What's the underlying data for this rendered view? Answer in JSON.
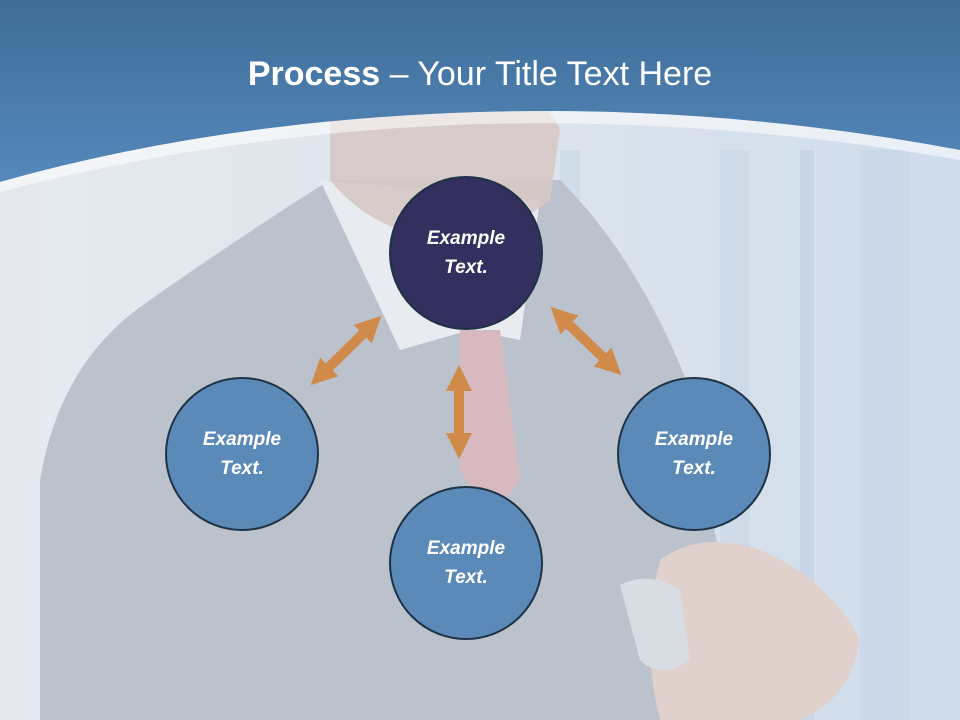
{
  "title": {
    "bold": "Process",
    "rest": " – Your Title Text Here"
  },
  "nodes": {
    "center": "Example Text.",
    "left": "Example Text.",
    "right": "Example Text.",
    "bottom": "Example Text."
  },
  "colors": {
    "header_blue": "#4a7fb0",
    "center_node": "#332f5e",
    "outer_node": "#5b8ab8",
    "arrow": "#d08a4a"
  }
}
